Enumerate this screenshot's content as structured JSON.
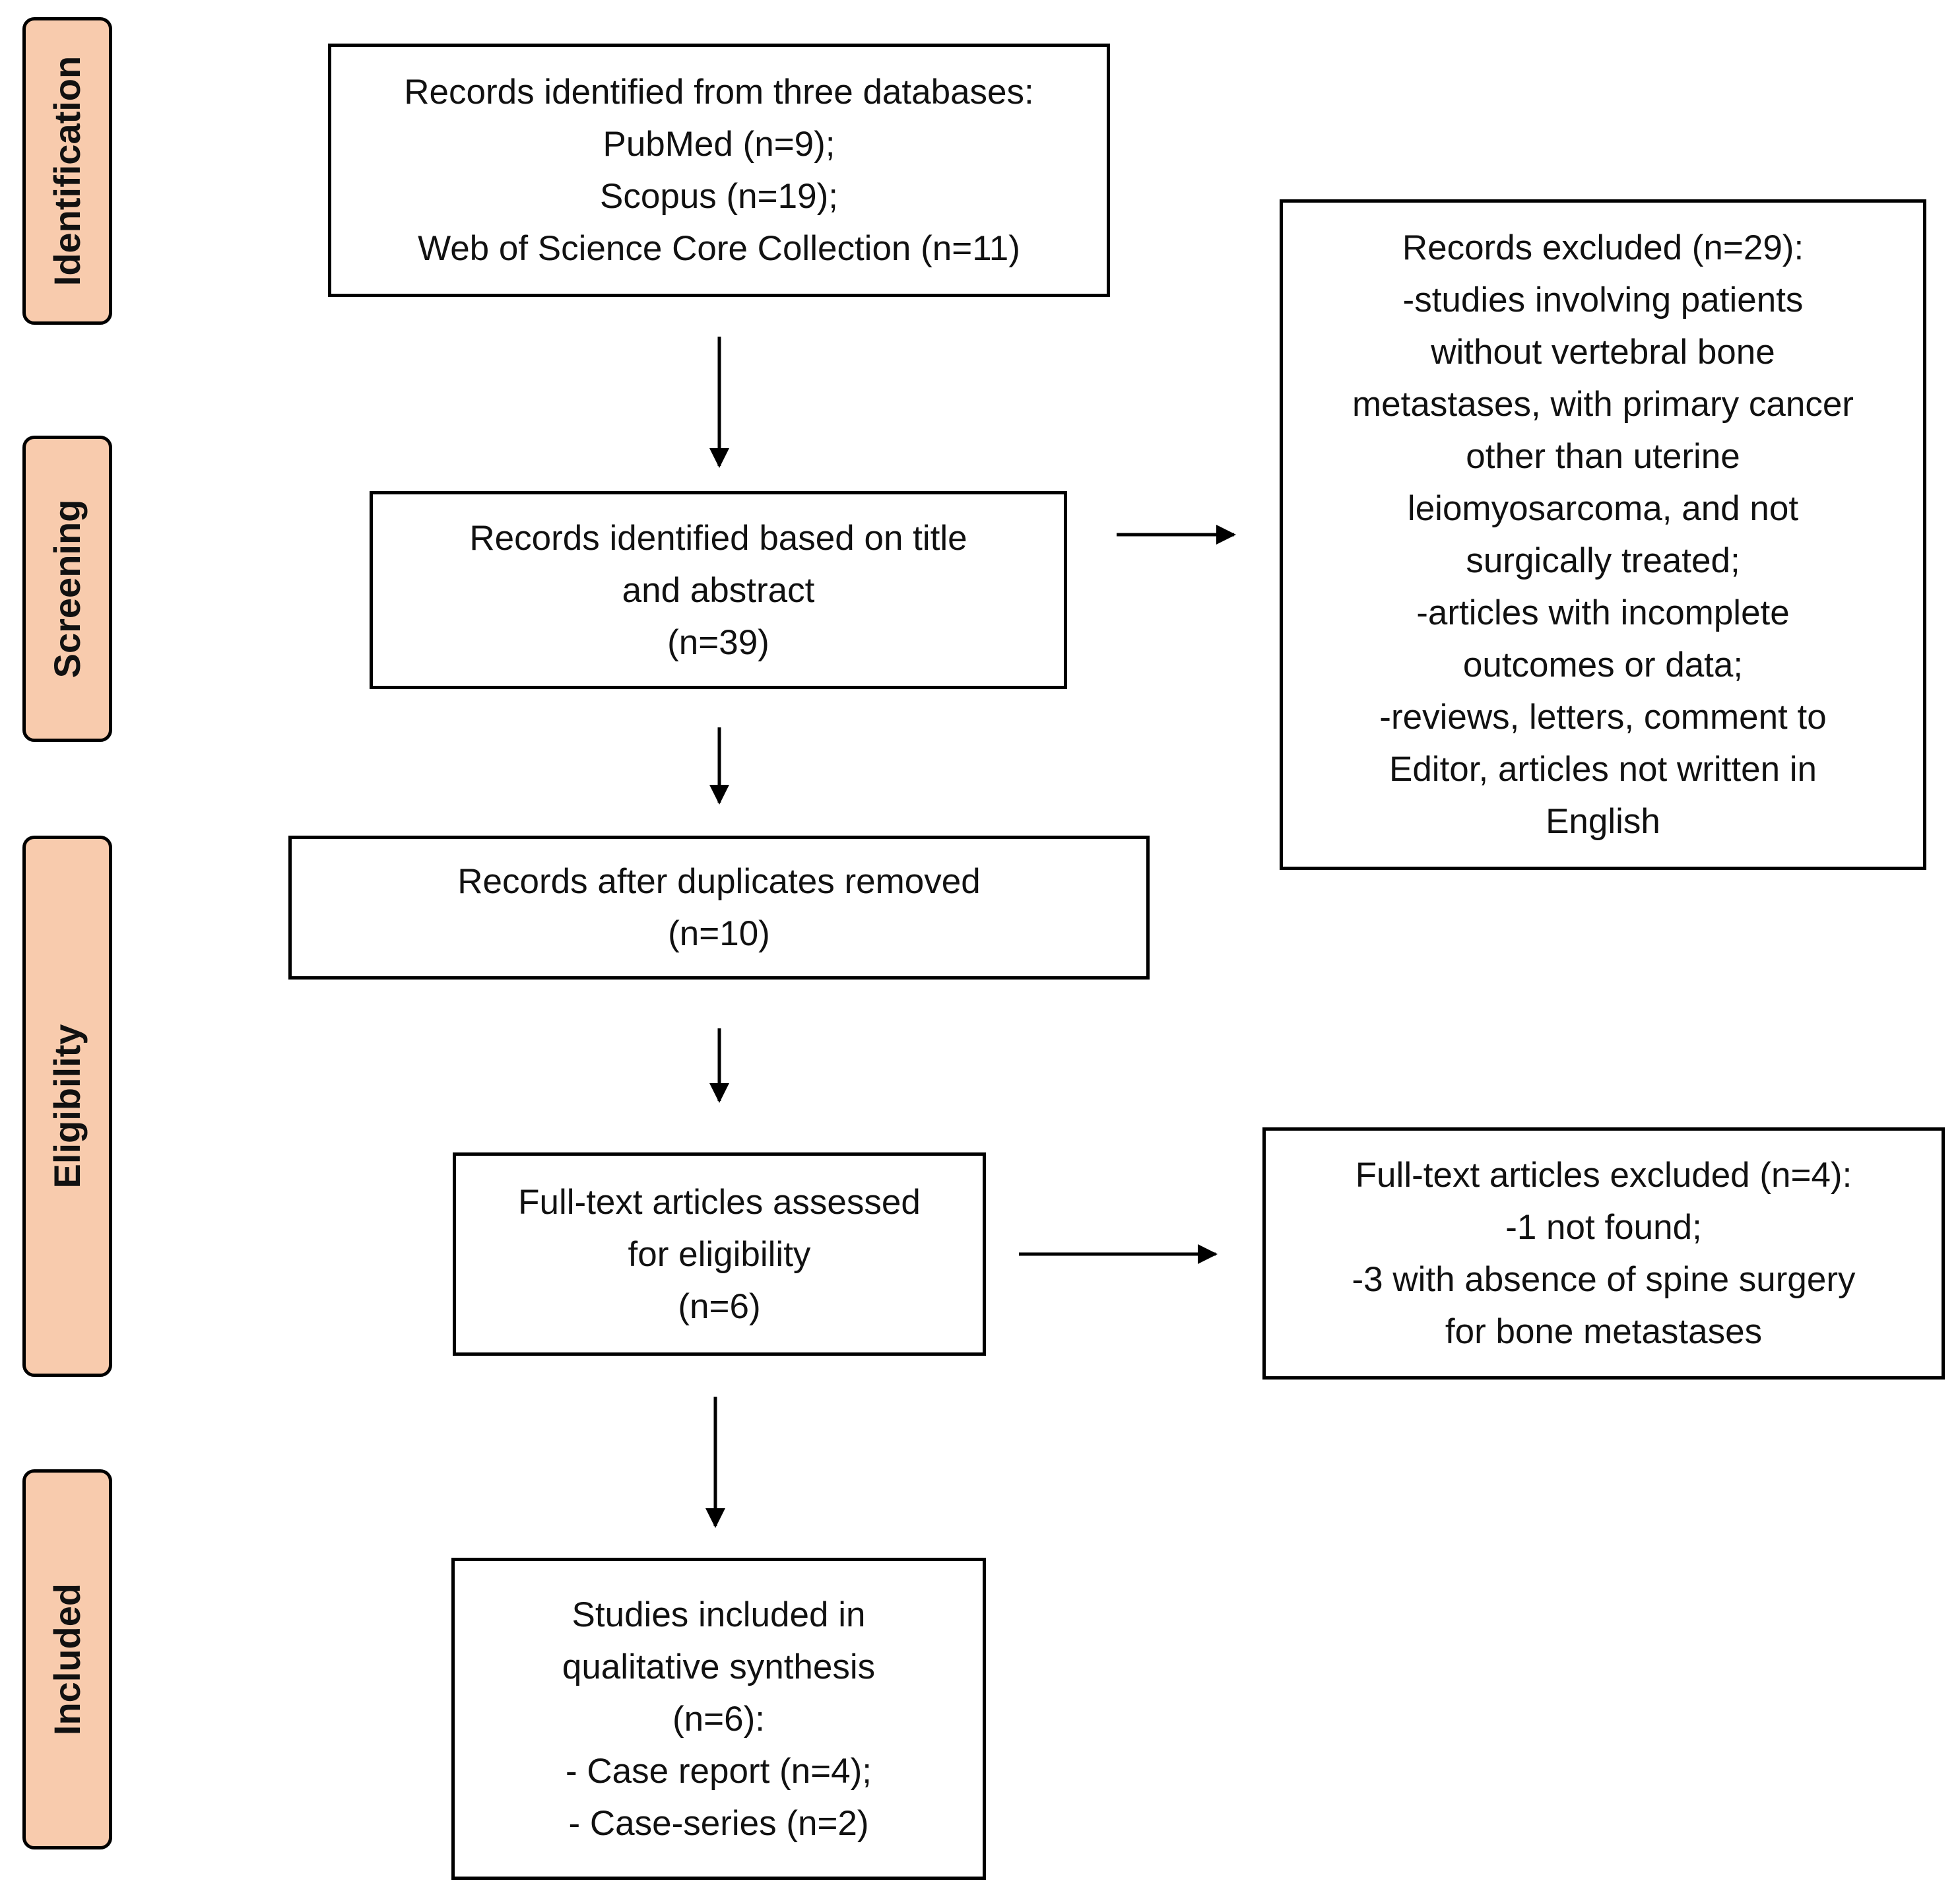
{
  "phases": {
    "identification": "Identification",
    "screening": "Screening",
    "eligibility": "Eligibility",
    "included": "Included"
  },
  "boxes": {
    "identified": [
      "Records identified from three databases:",
      "PubMed (n=9);",
      "Scopus (n=19);",
      "Web of Science Core Collection (n=11)"
    ],
    "screened": [
      "Records identified based on title",
      "and abstract",
      "(n=39)"
    ],
    "excluded": [
      "Records excluded (n=29):",
      "-studies involving patients",
      "without vertebral bone",
      "metastases, with primary cancer",
      "other than uterine",
      "leiomyosarcoma, and not",
      "surgically treated;",
      "-articles with incomplete",
      "outcomes or data;",
      "-reviews, letters, comment to",
      "Editor, articles not written in",
      "English"
    ],
    "deduplicated": [
      "Records after duplicates removed",
      "(n=10)"
    ],
    "assessed": [
      "Full-text articles assessed",
      "for eligibility",
      "(n=6)"
    ],
    "fulltext_excluded": [
      "Full-text articles excluded (n=4):",
      "-1 not found;",
      "-3 with absence of spine surgery",
      "for bone metastases"
    ],
    "included": [
      "Studies included in",
      "qualitative synthesis",
      "(n=6):",
      "- Case report (n=4);",
      "- Case-series (n=2)"
    ]
  }
}
